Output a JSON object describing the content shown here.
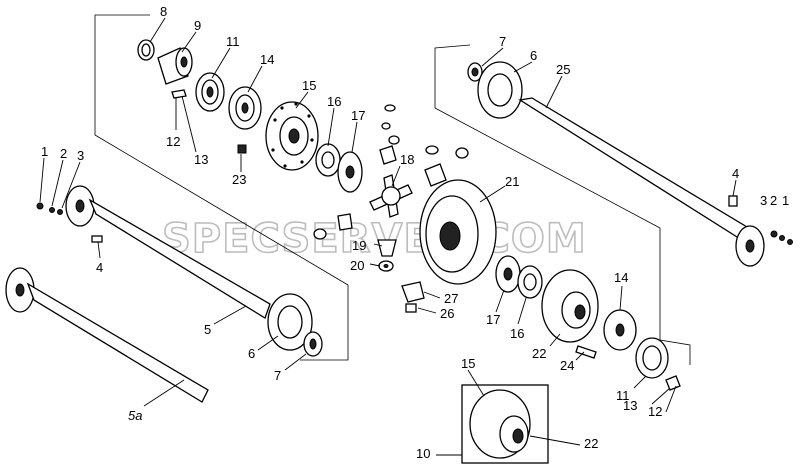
{
  "watermark": "SPECSERVER.COM",
  "labels": {
    "l8": "8",
    "l9": "9",
    "l11a": "11",
    "l14a": "14",
    "l15a": "15",
    "l16a": "16",
    "l17a": "17",
    "l12a": "12",
    "l13a": "13",
    "l23": "23",
    "l18": "18",
    "l21": "21",
    "l7a": "7",
    "l6a": "6",
    "l25": "25",
    "l4a": "4",
    "l3b": "3",
    "l2b": "2",
    "l1b": "1",
    "l1a": "1",
    "l2a": "2",
    "l3a": "3",
    "l4b": "4",
    "l5": "5",
    "l5a": "5a",
    "l6b": "6",
    "l7b": "7",
    "l19": "19",
    "l20": "20",
    "l27": "27",
    "l26": "26",
    "l17b": "17",
    "l16b": "16",
    "l22a": "22",
    "l14b": "14",
    "l24": "24",
    "l11b": "11",
    "l13b": "13",
    "l12b": "12",
    "l15b": "15",
    "l10": "10",
    "l22b": "22"
  }
}
